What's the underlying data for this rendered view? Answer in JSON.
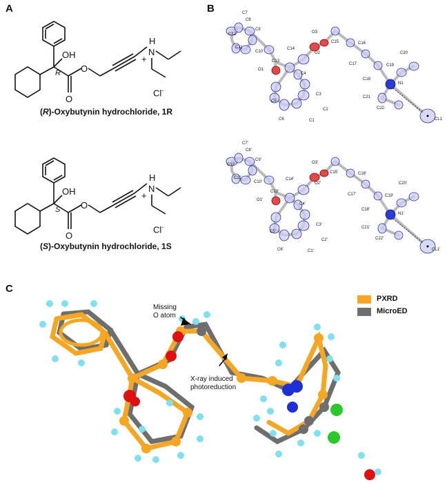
{
  "panels": {
    "a": "A",
    "b": "B",
    "c": "C"
  },
  "structure_r": {
    "caption_open": "(",
    "caption_stereo": "R",
    "caption_rest": ")-Oxybutynin hydrochloride, 1R",
    "oh": "OH",
    "stereo_label": "R",
    "o_ester": "O",
    "o_carbonyl": "O",
    "n_label": "N",
    "n_h": "H",
    "plus": "+",
    "cl": "Cl",
    "minus": "-"
  },
  "structure_s": {
    "caption_open": "(",
    "caption_stereo": "S",
    "caption_rest": ")-Oxybutynin hydrochloride, 1S",
    "oh": "OH",
    "stereo_label": "S",
    "o_ester": "O",
    "o_carbonyl": "O",
    "n_label": "N",
    "n_h": "H",
    "plus": "+",
    "cl": "Cl",
    "minus": "-"
  },
  "ortep_top_labels": [
    "C7",
    "C8",
    "C12",
    "C9",
    "C11",
    "C10",
    "O3",
    "C15",
    "C16",
    "C14",
    "O2",
    "C13",
    "C20",
    "C17",
    "C19",
    "O1",
    "C4",
    "C18",
    "N1",
    "C3",
    "C21",
    "C22",
    "C5",
    "C2",
    "CL1",
    "C6",
    "C1"
  ],
  "ortep_bottom_labels": [
    "C7'",
    "C8'",
    "C12'",
    "C9'",
    "C11'",
    "C10'",
    "O3'",
    "C15'",
    "C16'",
    "C14'",
    "O2'",
    "C13'",
    "C20'",
    "C17'",
    "C19'",
    "O1'",
    "C4'",
    "C18'",
    "N1'",
    "C3'",
    "C21'",
    "C22'",
    "C5'",
    "C2'",
    "CL1'",
    "C6'",
    "C1'"
  ],
  "overlay": {
    "annotation_missing": [
      "Missing",
      "O atom"
    ],
    "annotation_photo": [
      "X-ray induced",
      "photoreduction"
    ],
    "legend": [
      {
        "label": "PXRD",
        "color": "#F5A623"
      },
      {
        "label": "MicroED",
        "color": "#6E6E6E"
      }
    ]
  },
  "colors": {
    "ellipsoid": "#5B5FC7",
    "oxygen": "#D62020",
    "nitrogen": "#1F2FD6",
    "hydrogen": "#7FE0F0",
    "chloride": "#2BC82B",
    "bond_gray": "#BBBBBB"
  }
}
